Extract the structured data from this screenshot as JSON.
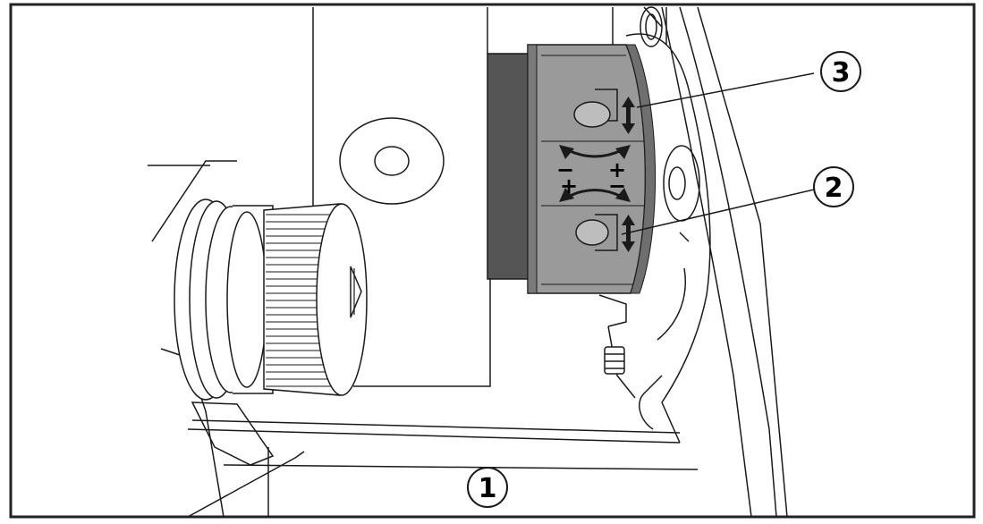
{
  "colors": {
    "frame": "#222222",
    "line": "#1a1a1a",
    "ring": "#9a9a9a",
    "ring_dark": "#6f6f6f",
    "barrel": "#555555",
    "background": "#ffffff"
  },
  "callouts": [
    {
      "id": "1",
      "label": "1"
    },
    {
      "id": "2",
      "label": "2"
    },
    {
      "id": "3",
      "label": "3"
    }
  ],
  "adjust_signs": {
    "upper_minus": "−",
    "upper_plus": "+",
    "lower_plus": "+",
    "lower_minus": "−"
  },
  "icons": [
    "double-arrow-icon",
    "curved-arrow-icon",
    "knurled-knob",
    "screw-icon"
  ]
}
